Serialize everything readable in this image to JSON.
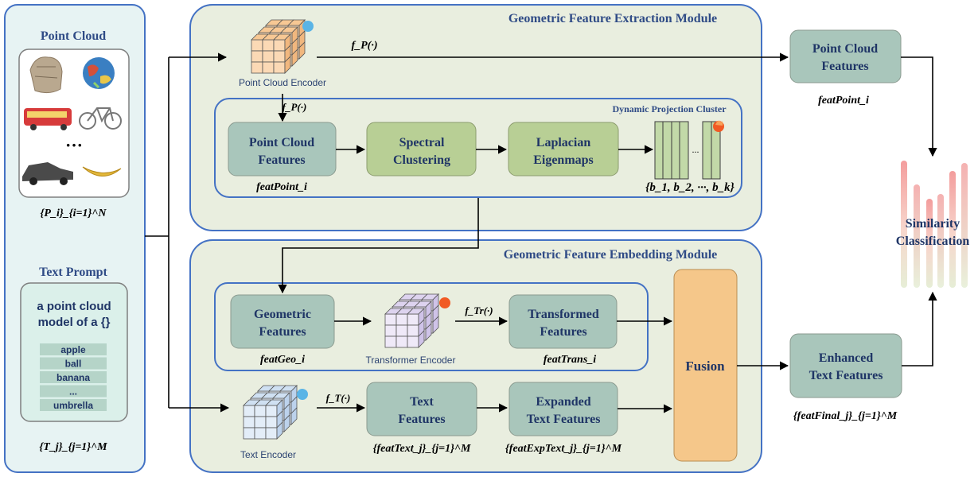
{
  "left_panel": {
    "point_cloud_title": "Point Cloud",
    "point_cloud_ellipsis": "···",
    "point_cloud_set_label": "{P_i}_{i=1}^N",
    "text_prompt_title": "Text Prompt",
    "prompt_line1": "a point cloud",
    "prompt_line2": "model of a {}",
    "class_names": [
      "apple",
      "ball",
      "banana",
      "...",
      "umbrella"
    ],
    "text_set_label": "{T_j}_{j=1}^M"
  },
  "extraction_module": {
    "title": "Geometric Feature Extraction Module",
    "encoder_label": "Point Cloud Encoder",
    "fp_top": "f_P(·)",
    "fp_inner": "f_P(·)",
    "cluster_title": "Dynamic Projection Cluster",
    "pc_features_line1": "Point Cloud",
    "pc_features_line2": "Features",
    "feat_point_label": "featPoint_i",
    "spectral_line1": "Spectral",
    "spectral_line2": "Clustering",
    "laplacian_line1": "Laplacian",
    "laplacian_line2": "Eigenmaps",
    "basis_ellipsis": "...",
    "basis_label": "{b_1, b_2, ···, b_k}"
  },
  "embedding_module": {
    "title": "Geometric Feature Embedding Module",
    "geo_line1": "Geometric",
    "geo_line2": "Features",
    "feat_geo_label": "featGeo_i",
    "transformer_label": "Transformer Encoder",
    "ftr_label": "f_Tr(·)",
    "trans_line1": "Transformed",
    "trans_line2": "Features",
    "feat_trans_label": "featTrans_i",
    "text_encoder_label": "Text Encoder",
    "ft_label": "f_T(·)",
    "text_feat_line1": "Text",
    "text_feat_line2": "Features",
    "feat_text_label": "{featText_j}_{j=1}^M",
    "exp_line1": "Expanded",
    "exp_line2": "Text Features",
    "feat_exp_label": "{featExpText_j}_{j=1}^M",
    "fusion_label": "Fusion"
  },
  "right_column": {
    "pc_out_line1": "Point Cloud",
    "pc_out_line2": "Features",
    "pc_out_label": "featPoint_i",
    "enh_line1": "Enhanced",
    "enh_line2": "Text Features",
    "enh_label": "{featFinal_j}_{j=1}^M",
    "sim_line1": "Similarity",
    "sim_line2": "Classification"
  },
  "colors": {
    "panel_fill": "#e9eedf",
    "panel_stroke": "#4472c4",
    "teal_box": "#a9c6bb",
    "green_box": "#b8cf95",
    "fusion": "#f5c78a",
    "frozen": "#5ab4e6",
    "trainable": "#f15a24"
  }
}
